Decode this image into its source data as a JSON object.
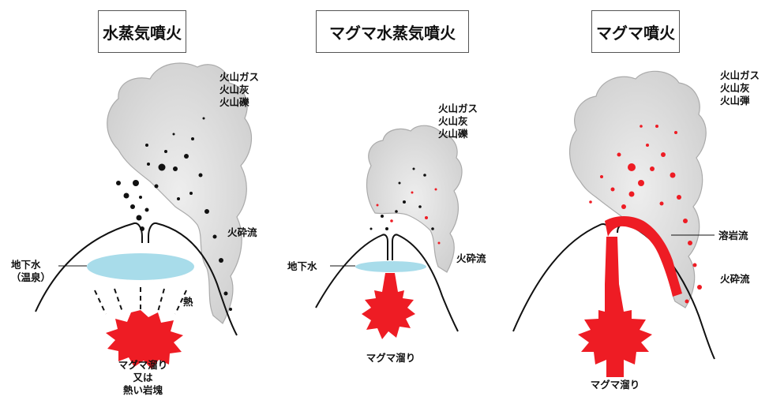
{
  "panels": [
    {
      "title": "水蒸気噴火",
      "ejecta_label": [
        "火山ガス",
        "火山灰",
        "火山礫"
      ],
      "flow_label": "火砕流",
      "water_label": [
        "地下水",
        "（温泉）"
      ],
      "heat_label": "熱",
      "source_label": [
        "マグマ溜り",
        "又は",
        "熱い岩塊"
      ]
    },
    {
      "title": "マグマ水蒸気噴火",
      "ejecta_label": [
        "火山ガス",
        "火山灰",
        "火山礫"
      ],
      "flow_label": "火砕流",
      "water_label": [
        "地下水"
      ],
      "source_label": [
        "マグマ溜り"
      ]
    },
    {
      "title": "マグマ噴火",
      "ejecta_label": [
        "火山ガス",
        "火山灰",
        "火山弾"
      ],
      "lava_label": "溶岩流",
      "flow_label": "火砕流",
      "source_label": [
        "マグマ溜り"
      ]
    }
  ],
  "colors": {
    "magma": "#ee1c24",
    "water": "#a8dcea",
    "plume": "#d9d9d9",
    "outline": "#111111"
  }
}
